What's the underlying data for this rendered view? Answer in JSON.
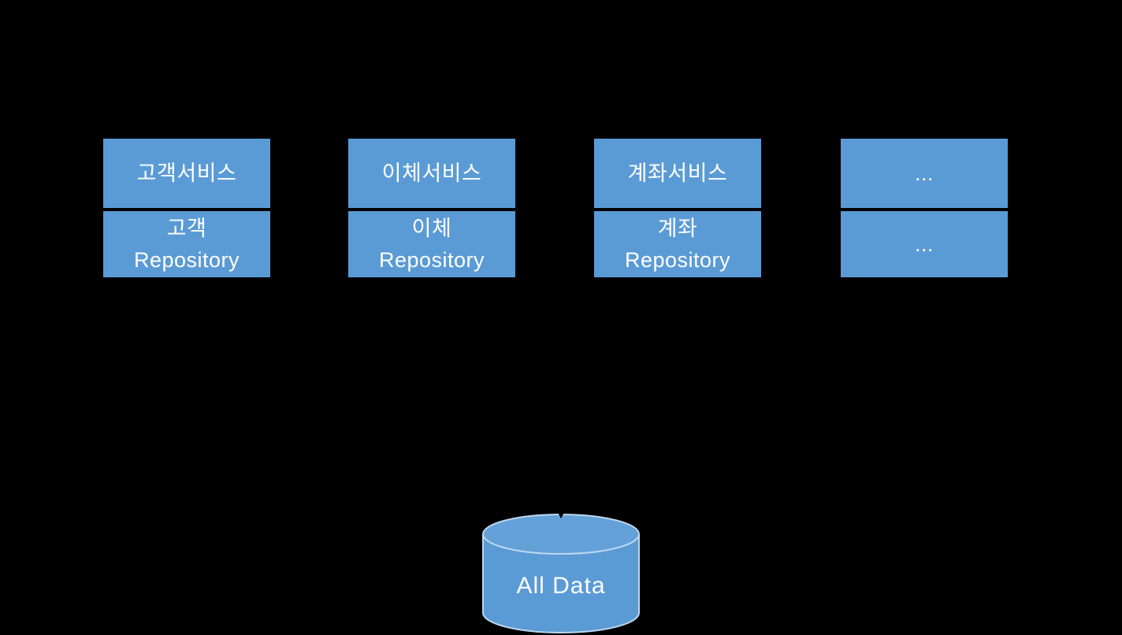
{
  "colors": {
    "background": "#000000",
    "box_fill": "#5B9BD5",
    "box_divider": "#000000",
    "text": "#FFFFFF",
    "cylinder_fill": "#5B9BD5",
    "cylinder_top_fill": "#63A1D8",
    "cylinder_outline": "#BDD7EE"
  },
  "service_groups": [
    {
      "service_label": "고객서비스",
      "repository_line1": "고객",
      "repository_line2": "Repository"
    },
    {
      "service_label": "이체서비스",
      "repository_line1": "이체",
      "repository_line2": "Repository"
    },
    {
      "service_label": "계좌서비스",
      "repository_line1": "계좌",
      "repository_line2": "Repository"
    },
    {
      "service_label": "...",
      "repository_line1": "...",
      "repository_line2": ""
    }
  ],
  "database": {
    "label": "All Data"
  }
}
